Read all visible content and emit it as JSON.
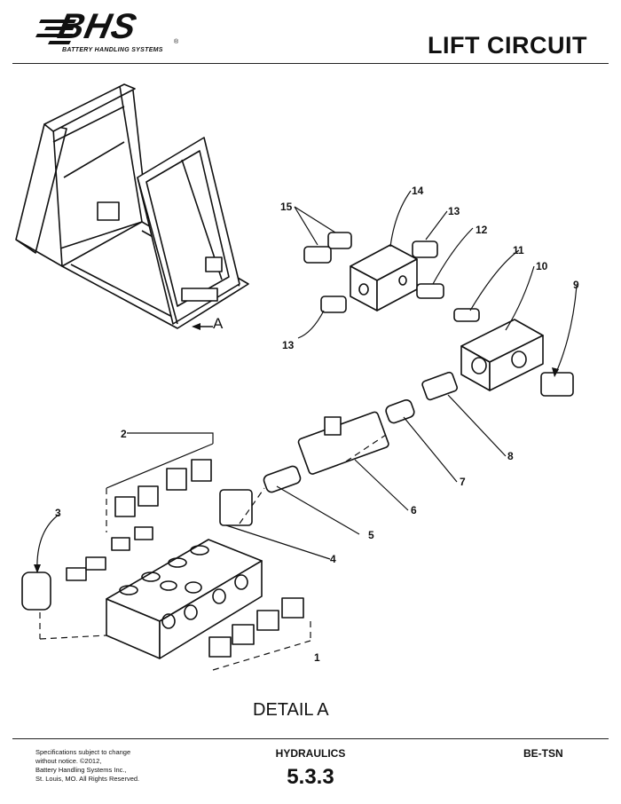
{
  "header": {
    "logo_text": "BHS",
    "logo_subtitle": "BATTERY HANDLING SYSTEMS",
    "registered_mark": "®",
    "title": "LIFT CIRCUIT"
  },
  "diagram": {
    "detail_pointer_label": "A",
    "detail_caption": "DETAIL A",
    "callouts": [
      "1",
      "2",
      "3",
      "4",
      "5",
      "6",
      "7",
      "8",
      "9",
      "10",
      "11",
      "12",
      "13",
      "13",
      "14",
      "15"
    ]
  },
  "footer": {
    "specs_lines": [
      "Specifications subject to change",
      "without notice. ©2012,",
      "Battery Handling Systems Inc.,",
      "St. Louis, MO. All Rights Reserved."
    ],
    "section_name": "HYDRAULICS",
    "section_number": "5.3.3",
    "model": "BE-TSN"
  }
}
